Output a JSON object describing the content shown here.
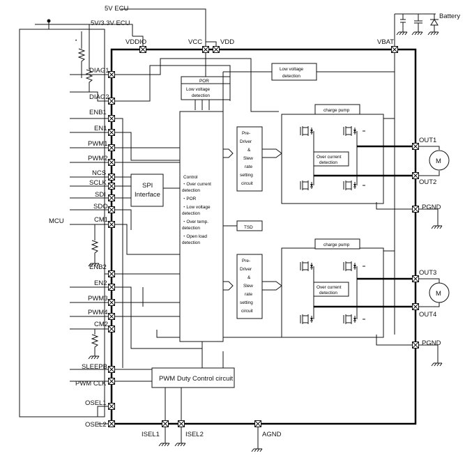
{
  "supplies": {
    "v5": "5V ECU",
    "v33": "5V/3.3V ECU",
    "battery": "Battery"
  },
  "mcu": {
    "label": "MCU"
  },
  "top_pins": {
    "vddio": "VDDIO",
    "vcc": "VCC",
    "vdd": "VDD",
    "vbat": "VBAT"
  },
  "left_pins": [
    "DIAG1",
    "DIAG2",
    "ENB1",
    "EN1",
    "PWM1",
    "PWM2",
    "NCS",
    "SCLK",
    "SDI",
    "SDO",
    "CM1",
    "ENB2",
    "EN2",
    "PWM3",
    "PWM4",
    "CM2",
    "SLEEPB",
    "PWM CLK",
    "OSEL1",
    "OSEL2"
  ],
  "bottom_pins": {
    "isel1": "ISEL1",
    "isel2": "ISEL2",
    "agnd": "AGND"
  },
  "right_pins": {
    "out1": "OUT1",
    "out2": "OUT2",
    "pgnd1": "PGND",
    "out3": "OUT3",
    "out4": "OUT4",
    "pgnd2": "PGND"
  },
  "blocks": {
    "por_title": "POR",
    "por_sub": [
      "Low voltage",
      "detection"
    ],
    "lvd": [
      "Low voltage",
      "detection"
    ],
    "spi": [
      "SPI",
      "Interface"
    ],
    "control_title": "Control",
    "control_items": [
      "・Over current",
      "  detection",
      "・POR",
      "・Low voltage",
      "  detection",
      "・Over temp.",
      "  detection",
      "・Open load",
      "  detection"
    ],
    "predriver": [
      "Pre-",
      "Driver",
      "&",
      "Slew",
      "rate",
      "setting",
      "circuit"
    ],
    "charge_pump": "charge pump",
    "over_current": [
      "Over current",
      "detection"
    ],
    "tsd": "TSD",
    "pwm_duty": "PWM Duty Control circuit",
    "motor": "M"
  }
}
